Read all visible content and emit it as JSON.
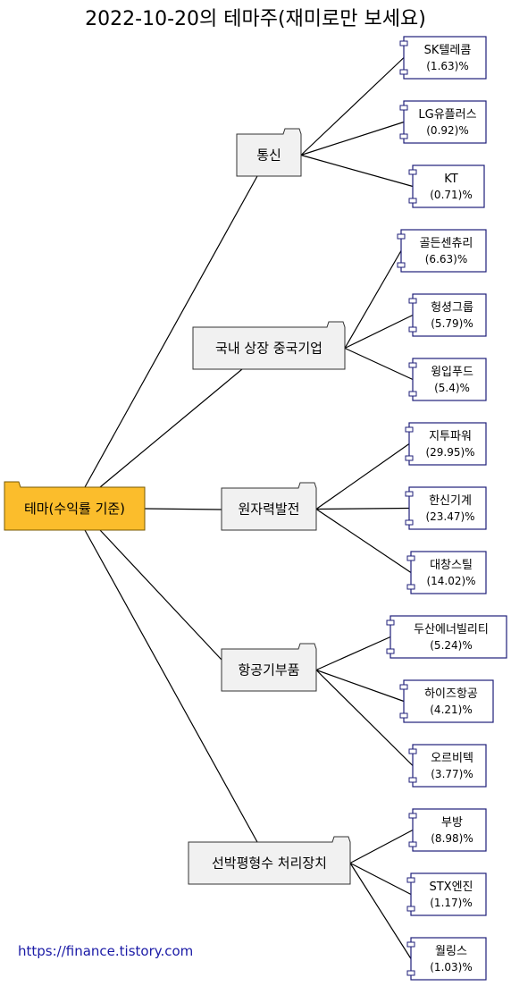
{
  "title": "2022-10-20의 테마주(재미로만 보세요)",
  "footer": "https://finance.tistory.com",
  "colors": {
    "root_fill": "#fbbd2c",
    "root_stroke": "#7a5a00",
    "theme_fill": "#f1f1f1",
    "theme_stroke": "#333333",
    "stock_fill": "#ffffff",
    "stock_stroke": "#1f1f7a",
    "footer_text": "#1a1aa6"
  },
  "root": {
    "label": "테마(수익률 기준)"
  },
  "themes": [
    {
      "label": "통신",
      "stocks": [
        {
          "name": "SK텔레콤",
          "pct": "(1.63)%"
        },
        {
          "name": "LG유플러스",
          "pct": "(0.92)%"
        },
        {
          "name": "KT",
          "pct": "(0.71)%"
        }
      ]
    },
    {
      "label": "국내 상장 중국기업",
      "stocks": [
        {
          "name": "골든센츄리",
          "pct": "(6.63)%"
        },
        {
          "name": "헝셩그룹",
          "pct": "(5.79)%"
        },
        {
          "name": "윙입푸드",
          "pct": "(5.4)%"
        }
      ]
    },
    {
      "label": "원자력발전",
      "stocks": [
        {
          "name": "지투파워",
          "pct": "(29.95)%"
        },
        {
          "name": "한신기계",
          "pct": "(23.47)%"
        },
        {
          "name": "대창스틸",
          "pct": "(14.02)%"
        }
      ]
    },
    {
      "label": "항공기부품",
      "stocks": [
        {
          "name": "두산에너빌리티",
          "pct": "(5.24)%"
        },
        {
          "name": "하이즈항공",
          "pct": "(4.21)%"
        },
        {
          "name": "오르비텍",
          "pct": "(3.77)%"
        }
      ]
    },
    {
      "label": "선박평형수 처리장치",
      "stocks": [
        {
          "name": "부방",
          "pct": "(8.98)%"
        },
        {
          "name": "STX엔진",
          "pct": "(1.17)%"
        },
        {
          "name": "월링스",
          "pct": "(1.03)%"
        }
      ]
    }
  ]
}
